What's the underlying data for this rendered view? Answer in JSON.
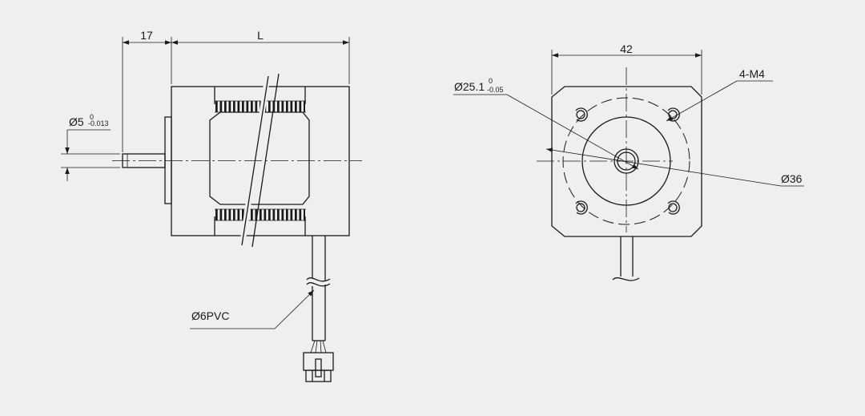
{
  "side_view": {
    "dim_shaft_length": "17",
    "dim_body_length": "L",
    "dim_shaft_diameter": {
      "main": "Ø5",
      "upper_tol": "0",
      "lower_tol": "-0.013"
    },
    "cable_label": "Ø6PVC"
  },
  "front_view": {
    "dim_width": "42",
    "dim_pilot": {
      "main": "Ø25.1",
      "upper_tol": "0",
      "lower_tol": "-0.05"
    },
    "holes_label": "4-M4",
    "dim_bolt_circle": "Ø36"
  }
}
